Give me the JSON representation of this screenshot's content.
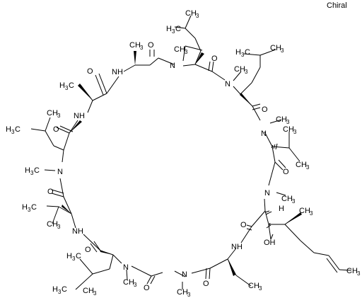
{
  "chiral_flag": "Chiral",
  "atom_labels": {
    "nh": "NH",
    "n": "N",
    "o": "O",
    "oh": "OH",
    "h": "H",
    "ch3": "CH",
    "h3c": "H",
    "c_lbl": "C",
    "sub3": "3"
  }
}
